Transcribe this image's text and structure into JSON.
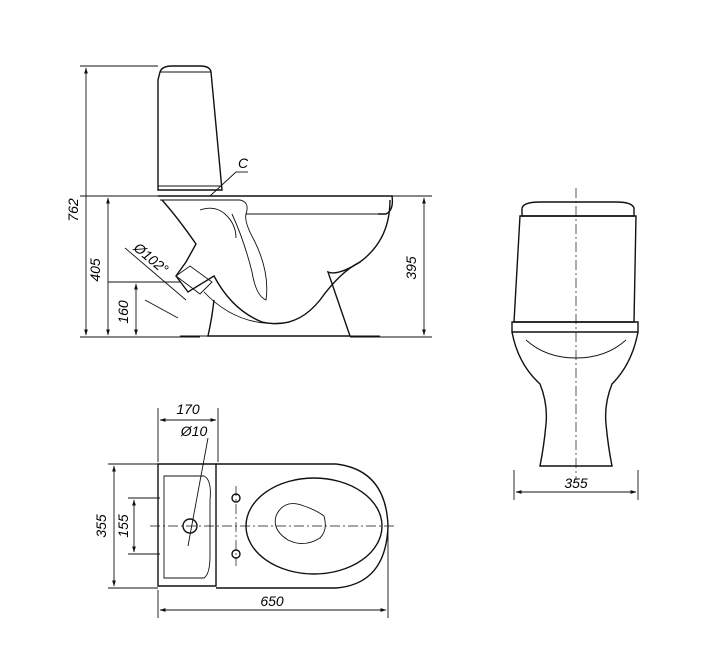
{
  "side_view": {
    "height_total": "762",
    "height_rim": "405",
    "height_outlet": "160",
    "height_back": "395",
    "outlet_diameter": "Ø102°",
    "connector_label": "C"
  },
  "front_view": {
    "width": "355"
  },
  "top_view": {
    "tank_width": "170",
    "hole_diameter": "Ø10",
    "overall_width": "355",
    "bolt_spacing": "155",
    "overall_length": "650"
  },
  "colors": {
    "ink": "#111111",
    "paper": "#ffffff"
  }
}
